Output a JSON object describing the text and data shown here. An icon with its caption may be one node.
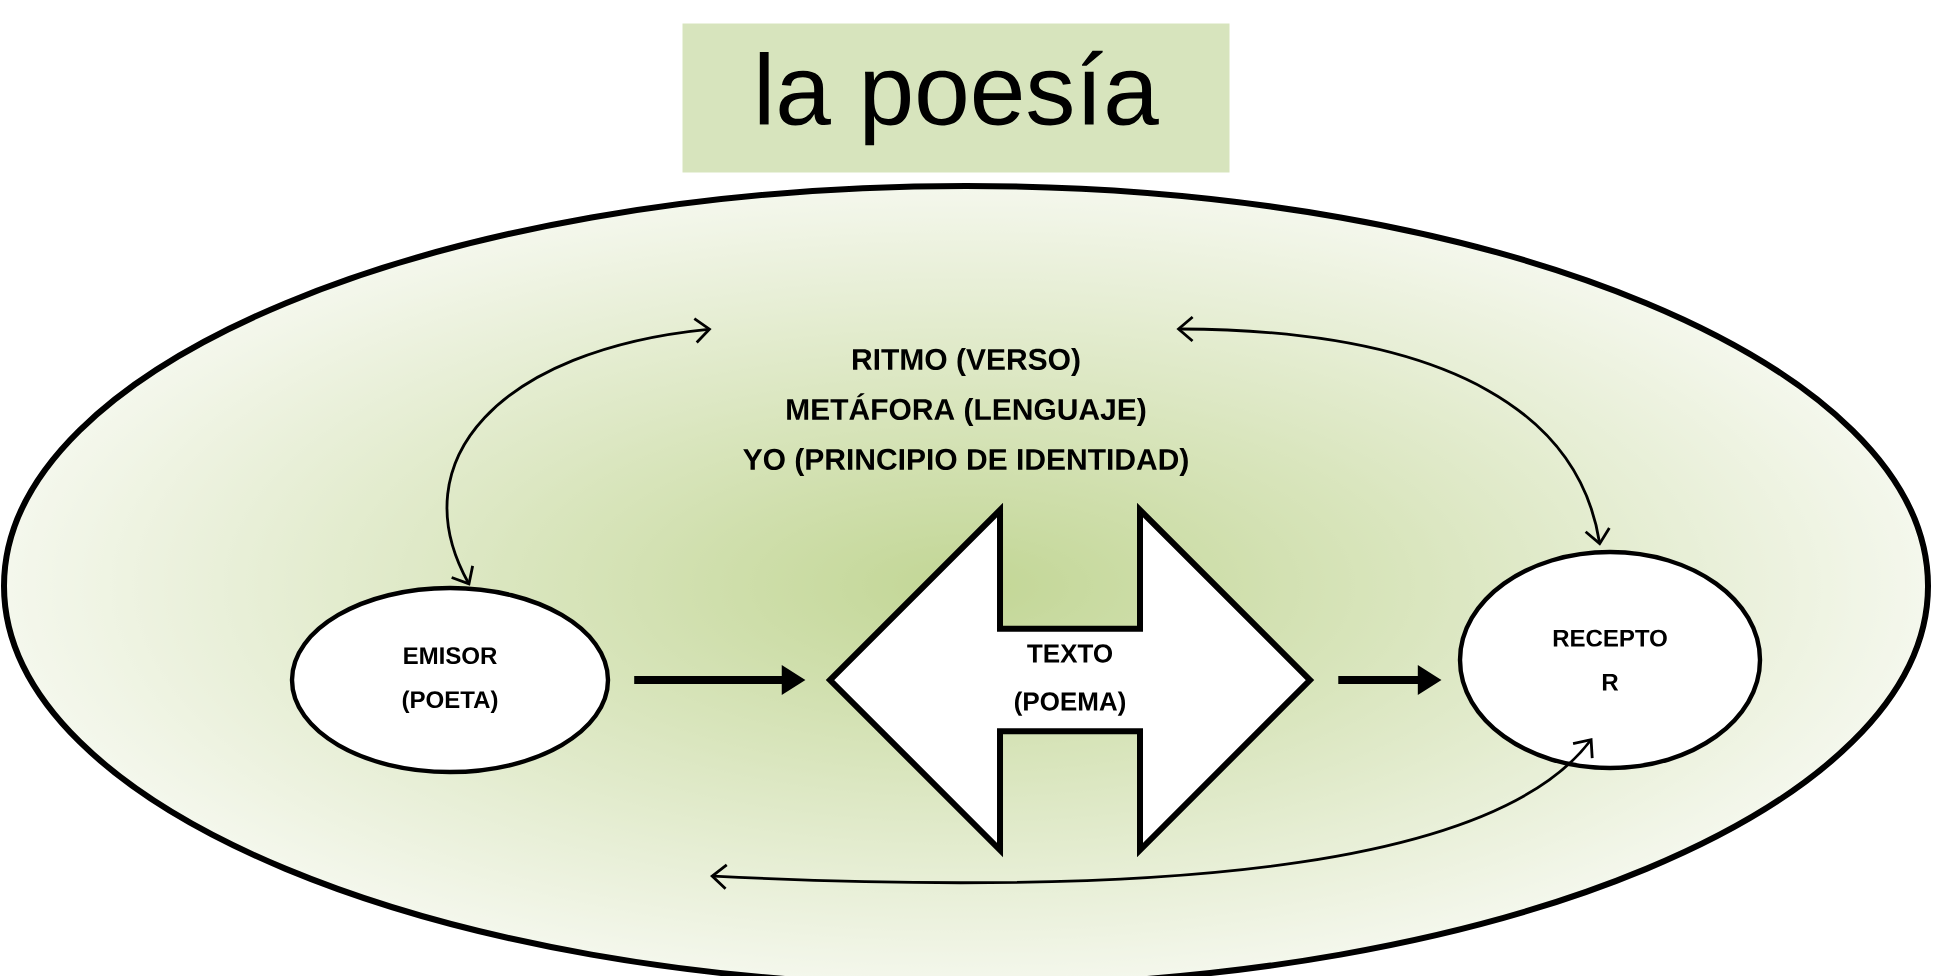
{
  "diagram": {
    "nodes": [
      {
        "text": [],
        "shape": "ellipse"
      },
      {
        "text": [
          "la poesía"
        ]
      },
      {
        "text": [
          "RITMO (VERSO)",
          "METÁFORA (LENGUAJE)",
          "YO (PRINCIPIO DE IDENTIDAD)"
        ],
        "in": 0
      },
      {
        "text": [
          "EMISOR (POETA)"
        ],
        "in": 0
      },
      {
        "text": [
          "TEXTO (POEMA)"
        ],
        "in": 0
      },
      {
        "text": [
          "RECEPTO R"
        ],
        "in": 0
      }
    ],
    "edges": [
      {
        "from": 2,
        "to": 3,
        "arrow": "both"
      },
      {
        "from": 2,
        "to": 5,
        "arrow": "both"
      },
      {
        "from": 3,
        "to": 4,
        "arrow": "to",
        "style": "thick"
      },
      {
        "from": 4,
        "to": 5,
        "arrow": "to",
        "style": "thick"
      },
      {
        "from": 5,
        "to": null,
        "arrow": "both"
      }
    ]
  }
}
